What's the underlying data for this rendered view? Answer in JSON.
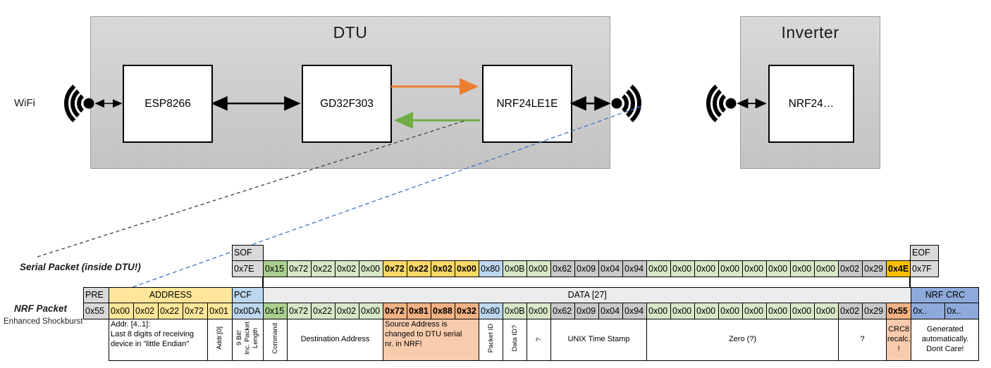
{
  "colors": {
    "hdr": "#D9D9D9",
    "hdrl": "#ECECEC",
    "gray": "#C9C9C9",
    "yellow": "#FFE699",
    "blue": "#BDD7EE",
    "crc": "#8EAADB",
    "g1": "#D7E7C8",
    "g2": "#A9D08E",
    "gold": "#FFD966",
    "amber": "#FFC000",
    "salmon": "#F4B183",
    "salmonl": "#F8CBAD",
    "orange_arrow": "#ED7D31",
    "green_arrow": "#70AD47",
    "blue_dash": "#4472C4"
  },
  "diagram": {
    "wifi_label": "WiFi",
    "dtu": {
      "title": "DTU",
      "components": [
        "ESP8266",
        "GD32F303",
        "NRF24LE1E"
      ]
    },
    "inverter": {
      "title": "Inverter",
      "components": [
        "NRF24…"
      ]
    }
  },
  "serial_packet": {
    "label": "Serial Packet (inside DTU!)",
    "sof_header": "SOF",
    "sof_value": "0x7E",
    "eof_header": "EOF",
    "eof_value": "0x7F",
    "bytes": [
      {
        "v": "0x15",
        "c": "g2"
      },
      {
        "v": "0x72",
        "c": "g1"
      },
      {
        "v": "0x22",
        "c": "g1"
      },
      {
        "v": "0x02",
        "c": "g1"
      },
      {
        "v": "0x00",
        "c": "g1"
      },
      {
        "v": "0x72",
        "c": "gold",
        "b": 1
      },
      {
        "v": "0x22",
        "c": "gold",
        "b": 1
      },
      {
        "v": "0x02",
        "c": "gold",
        "b": 1
      },
      {
        "v": "0x00",
        "c": "gold",
        "b": 1
      },
      {
        "v": "0x80",
        "c": "blue"
      },
      {
        "v": "0x0B",
        "c": "g1"
      },
      {
        "v": "0x00",
        "c": "g1"
      },
      {
        "v": "0x62",
        "c": "gray"
      },
      {
        "v": "0x09",
        "c": "gray"
      },
      {
        "v": "0x04",
        "c": "gray"
      },
      {
        "v": "0x94",
        "c": "gray"
      },
      {
        "v": "0x00",
        "c": "g1"
      },
      {
        "v": "0x00",
        "c": "g1"
      },
      {
        "v": "0x00",
        "c": "g1"
      },
      {
        "v": "0x00",
        "c": "g1"
      },
      {
        "v": "0x00",
        "c": "g1"
      },
      {
        "v": "0x00",
        "c": "g1"
      },
      {
        "v": "0x00",
        "c": "g1"
      },
      {
        "v": "0x00",
        "c": "g1"
      },
      {
        "v": "0x02",
        "c": "gray"
      },
      {
        "v": "0x29",
        "c": "gray"
      },
      {
        "v": "0x4E",
        "c": "amber",
        "b": 1
      }
    ]
  },
  "nrf_packet": {
    "label": "NRF Packet",
    "sublabel": "Enhanced Shockburst",
    "header_cells": [
      {
        "t": "PRE",
        "span": 1,
        "c": "hdr"
      },
      {
        "t": "ADDRESS",
        "span": 5,
        "c": "yellow"
      },
      {
        "t": "PCF",
        "span": 1,
        "c": "blue"
      },
      {
        "t": "DATA [27]",
        "span": 27,
        "c": "hdrl"
      },
      {
        "t": "NRF CRC",
        "span": 2,
        "c": "crc"
      }
    ],
    "bytes": [
      {
        "v": "0x55",
        "c": "hdr"
      },
      {
        "v": "0x00",
        "c": "yellow"
      },
      {
        "v": "0x02",
        "c": "yellow"
      },
      {
        "v": "0x22",
        "c": "yellow"
      },
      {
        "v": "0x72",
        "c": "yellow"
      },
      {
        "v": "0x01",
        "c": "yellow"
      },
      {
        "v": "0x0DA",
        "c": "blue"
      },
      {
        "v": "0x15",
        "c": "g2"
      },
      {
        "v": "0x72",
        "c": "g1"
      },
      {
        "v": "0x22",
        "c": "g1"
      },
      {
        "v": "0x02",
        "c": "g1"
      },
      {
        "v": "0x00",
        "c": "g1"
      },
      {
        "v": "0x72",
        "c": "salmon",
        "b": 1
      },
      {
        "v": "0x81",
        "c": "salmon",
        "b": 1
      },
      {
        "v": "0x88",
        "c": "salmon",
        "b": 1
      },
      {
        "v": "0x32",
        "c": "salmon",
        "b": 1
      },
      {
        "v": "0x80",
        "c": "blue"
      },
      {
        "v": "0x0B",
        "c": "g1"
      },
      {
        "v": "0x00",
        "c": "g1"
      },
      {
        "v": "0x62",
        "c": "gray"
      },
      {
        "v": "0x09",
        "c": "gray"
      },
      {
        "v": "0x04",
        "c": "gray"
      },
      {
        "v": "0x94",
        "c": "gray"
      },
      {
        "v": "0x00",
        "c": "g1"
      },
      {
        "v": "0x00",
        "c": "g1"
      },
      {
        "v": "0x00",
        "c": "g1"
      },
      {
        "v": "0x00",
        "c": "g1"
      },
      {
        "v": "0x00",
        "c": "g1"
      },
      {
        "v": "0x00",
        "c": "g1"
      },
      {
        "v": "0x00",
        "c": "g1"
      },
      {
        "v": "0x00",
        "c": "g1"
      },
      {
        "v": "0x02",
        "c": "gray"
      },
      {
        "v": "0x29",
        "c": "gray"
      },
      {
        "v": "0x55",
        "c": "salmon",
        "b": 1
      },
      {
        "v": "0x..",
        "c": "crc"
      },
      {
        "v": "0x..",
        "c": "crc"
      }
    ],
    "annotations": [
      {
        "t": "",
        "span": 1,
        "empty": true
      },
      {
        "t": "Addr. [4..1]:\nLast 8 digits of receiving\ndevice in \"little Endian\"",
        "span": 4,
        "align": "left"
      },
      {
        "t": "Addr.[0]",
        "span": 1,
        "vert": true
      },
      {
        "t": "9 Bit!\nInc. Packet\nLength",
        "span": 1,
        "vert": true
      },
      {
        "t": "Command",
        "span": 1,
        "vert": true
      },
      {
        "t": "Destination Address",
        "span": 4
      },
      {
        "t": "Source Address is\nchanged to DTU serial\nnr. in NRF!",
        "span": 4,
        "c": "salmonl",
        "align": "left"
      },
      {
        "t": "Packet ID",
        "span": 1,
        "vert": true
      },
      {
        "t": "Data ID?",
        "span": 1,
        "vert": true
      },
      {
        "t": "?",
        "span": 1,
        "vert": true
      },
      {
        "t": "UNIX Time Stamp",
        "span": 4
      },
      {
        "t": "Zero (?)",
        "span": 8
      },
      {
        "t": "?",
        "span": 2
      },
      {
        "t": "CRC8\nrecalc.\n!",
        "span": 1,
        "c": "salmonl"
      },
      {
        "t": "Generated\nautomatically.\nDont Care!",
        "span": 2
      }
    ]
  }
}
